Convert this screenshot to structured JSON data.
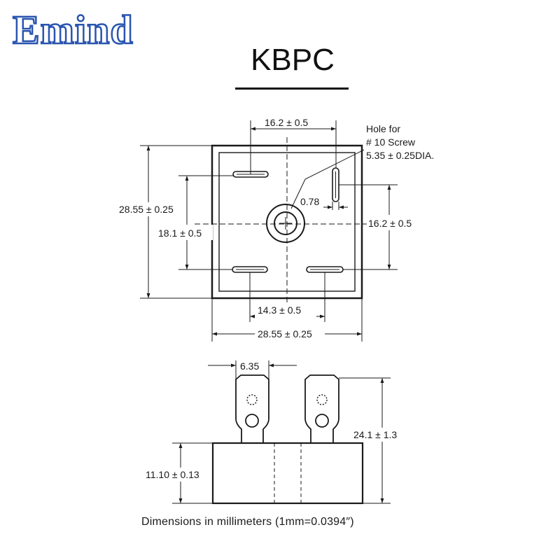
{
  "brand": {
    "logo_text": "Emind",
    "logo_color": "#2a55b0"
  },
  "title": "KBPC",
  "top_view": {
    "dim_top_pin_spacing": "16.2 ± 0.5",
    "hole_note_line1": "Hole for",
    "hole_note_line2": "# 10 Screw",
    "hole_note_line3": "5.35 ± 0.25DIA.",
    "dim_pin_width": "0.78",
    "dim_overall_height": "28.55 ± 0.25",
    "dim_left_pin_spacing": "18.1 ± 0.5",
    "dim_right_pin_spacing": "16.2 ± 0.5",
    "dim_bottom_pin_spacing": "14.3 ± 0.5",
    "dim_overall_width": "28.55 ± 0.25"
  },
  "side_view": {
    "dim_terminal_width": "6.35",
    "dim_total_height": "24.1 ± 1.3",
    "dim_body_height": "11.10 ± 0.13"
  },
  "footer_note": "Dimensions in millimeters (1mm=0.0394″)"
}
